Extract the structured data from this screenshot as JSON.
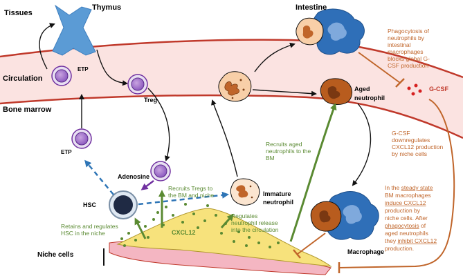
{
  "regions": {
    "tissues": "Tissues",
    "thymus": "Thymus",
    "intestine": "Intestine",
    "circulation": "Circulation",
    "bone_marrow": "Bone marrow",
    "niche_cells": "Niche cells"
  },
  "cells": {
    "etp_circulation": "ETP",
    "etp_marrow": "ETP",
    "treg": "Treg",
    "aged_neutrophil": [
      "Aged",
      "neutrophil"
    ],
    "adenosine": "Adenosine",
    "hsc": "HSC",
    "immature_neutrophil": [
      "Immature",
      "neutrophil"
    ],
    "macrophage": "Macrophage",
    "cxcl12": "CXCL12",
    "gcsf": "G-CSF"
  },
  "annotations": {
    "phagocytosis": [
      "Phagocytosis of",
      "neutrophils by",
      "intestinal",
      "macrophages",
      "blocks global G-",
      "CSF production"
    ],
    "gcsf_down": [
      "G-CSF",
      "downregulates",
      "CXCL12 production",
      "by niche cells"
    ],
    "steady_state": [
      [
        {
          "text": "In the ",
          "u": false
        },
        {
          "text": "steady state",
          "u": true
        }
      ],
      [
        {
          "text": "BM macrophages",
          "u": false
        }
      ],
      [
        {
          "text": "induce CXCL12",
          "u": true
        }
      ],
      [
        {
          "text": "production by",
          "u": false
        }
      ],
      [
        {
          "text": "niche cells. After",
          "u": false
        }
      ],
      [
        {
          "text": "phagocytosis",
          "u": true
        },
        {
          "text": " of",
          "u": false
        }
      ],
      [
        {
          "text": "aged neutrophils",
          "u": false
        }
      ],
      [
        {
          "text": "they ",
          "u": false
        },
        {
          "text": "inhibit CXCL12",
          "u": true
        }
      ],
      [
        {
          "text": "production.",
          "u": false
        }
      ]
    ],
    "recruits_aged": [
      "Recruits aged",
      "neutrophils to the",
      "BM"
    ],
    "recruits_tregs": [
      "Recruits Tregs to",
      "the BM and niche"
    ],
    "regulates_release": [
      "Regulates",
      "neutrophil release",
      "into the circulation"
    ],
    "retains_hsc": [
      "Retains and regulates",
      "HSC in the niche"
    ]
  },
  "colors": {
    "vessel": "#c0392b",
    "vessel_fill": "#fbe3e1",
    "green": "#5a8a32",
    "orange": "#c0652a",
    "blue_dash": "#2e75b6",
    "purple": "#7030a0",
    "thymus": "#5b9bd5",
    "niche": "#f7e27c",
    "pink": "#f4b6c2",
    "macrophage": "#2f6fb8",
    "neutrophil": "#f8cfa8",
    "aged": "#b85c1e"
  }
}
